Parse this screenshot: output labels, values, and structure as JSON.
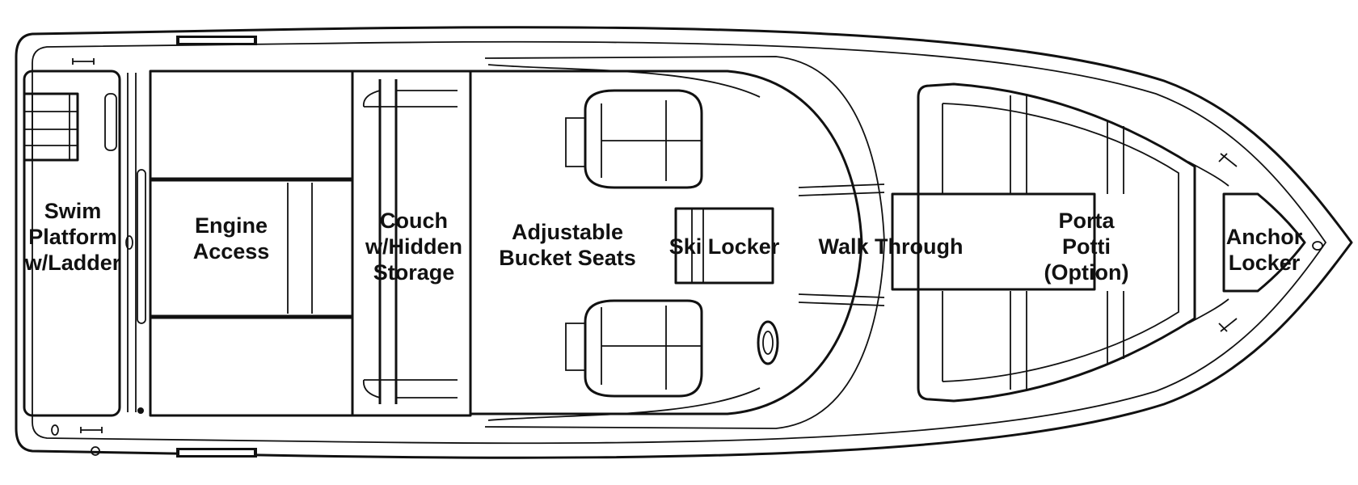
{
  "labels": {
    "swim_platform": [
      "Swim",
      "Platform",
      "w/Ladder"
    ],
    "engine_access": [
      "Engine",
      "Access"
    ],
    "couch": [
      "Couch",
      "w/Hidden",
      "Storage"
    ],
    "bucket_seats": [
      "Adjustable",
      "Bucket Seats"
    ],
    "ski_locker": [
      "Ski Locker"
    ],
    "walk_through": [
      "Walk Through"
    ],
    "porta_potti": [
      "Porta",
      "Potti",
      "(Option)"
    ],
    "anchor_locker": [
      "Anchor",
      "Locker"
    ]
  }
}
